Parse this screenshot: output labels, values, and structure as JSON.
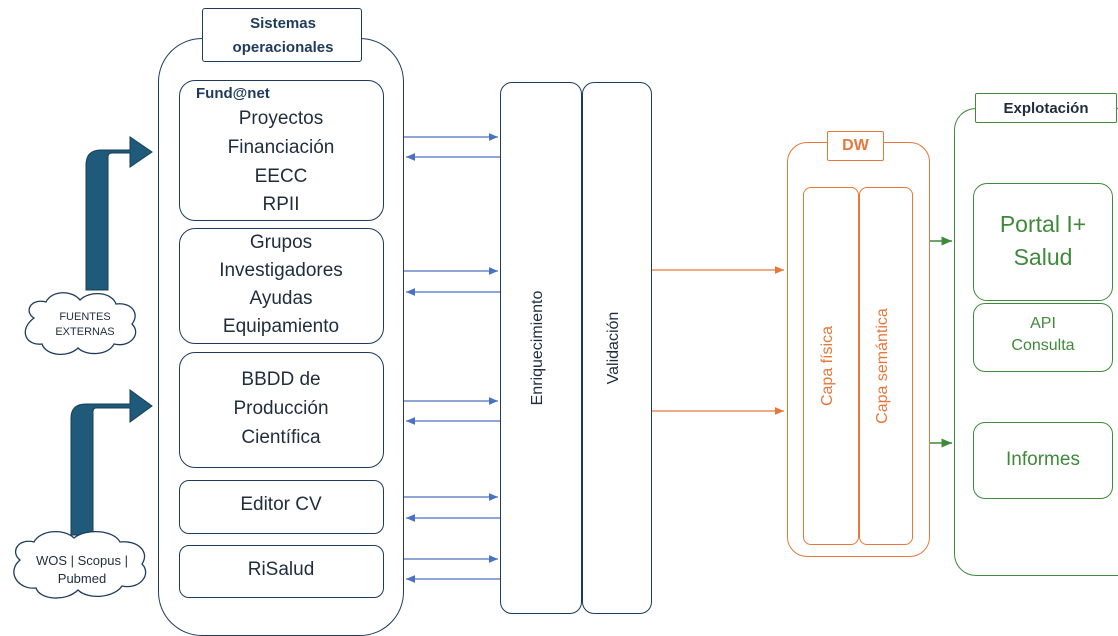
{
  "operational": {
    "title_line1": "Sistemas",
    "title_line2": "operacionales",
    "fundanet": {
      "brand": "Fund@net",
      "items": [
        "Proyectos",
        "Financiación",
        "EECC",
        "RPII"
      ]
    },
    "grupos": [
      "Grupos",
      "Investigadores",
      "Ayudas",
      "Equipamiento"
    ],
    "bbdd": [
      "BBDD de",
      "Producción",
      "Científica"
    ],
    "editor": "Editor CV",
    "risalud": "RiSalud"
  },
  "sources": {
    "externas_line1": "FUENTES",
    "externas_line2": "EXTERNAS",
    "wos_line1": "WOS | Scopus |",
    "wos_line2": "Pubmed"
  },
  "process": {
    "enriquecimiento": "Enriquecimiento",
    "validacion": "Validación"
  },
  "dw": {
    "title": "DW",
    "capa_fisica": "Capa física",
    "capa_semantica": "Capa semántica"
  },
  "explotacion": {
    "title": "Explotación",
    "portal_line1": "Portal I+",
    "portal_line2": "Salud",
    "api_line1": "API",
    "api_line2": "Consulta",
    "informes": "Informes"
  },
  "colors": {
    "navy": "#1f3b5c",
    "blue_arrow": "#4a72c4",
    "orange": "#e8773a",
    "green": "#3f8a3a",
    "big_arrow": "#1f5a7a"
  }
}
